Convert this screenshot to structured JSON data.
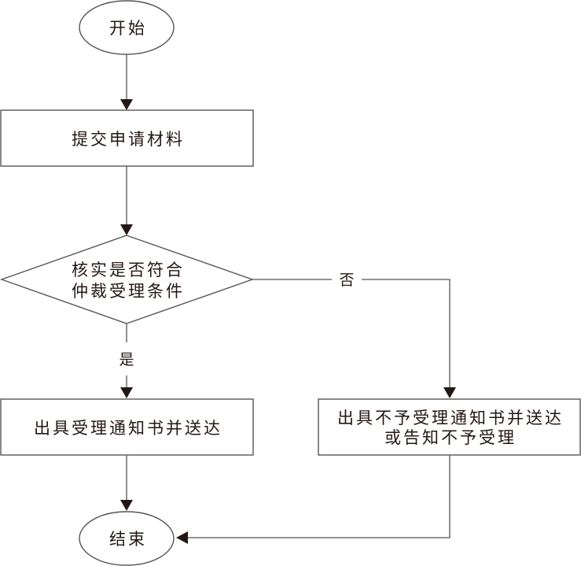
{
  "diagram": {
    "type": "flowchart",
    "nodes": {
      "start": {
        "shape": "ellipse",
        "lines": [
          "开始"
        ]
      },
      "submit": {
        "shape": "rect",
        "lines": [
          "提交申请材料"
        ]
      },
      "check": {
        "shape": "diamond",
        "lines": [
          "核实是否符合",
          "仲裁受理条件"
        ]
      },
      "accept": {
        "shape": "rect",
        "lines": [
          "出具受理通知书并送达"
        ]
      },
      "reject": {
        "shape": "rect",
        "lines": [
          "出具不予受理通知书并送达",
          "或告知不予受理"
        ]
      },
      "end": {
        "shape": "ellipse",
        "lines": [
          "结束"
        ]
      }
    },
    "edges": [
      {
        "from": "start",
        "to": "submit",
        "label": ""
      },
      {
        "from": "submit",
        "to": "check",
        "label": ""
      },
      {
        "from": "check",
        "to": "accept",
        "label": "是"
      },
      {
        "from": "check",
        "to": "reject",
        "label": "否"
      },
      {
        "from": "accept",
        "to": "end",
        "label": ""
      },
      {
        "from": "reject",
        "to": "end",
        "label": ""
      }
    ],
    "labels": {
      "yes": "是",
      "no": "否"
    }
  },
  "colors": {
    "stroke": "#555555",
    "text": "#231815",
    "arrowhead": "#231815",
    "background": "#ffffff"
  }
}
